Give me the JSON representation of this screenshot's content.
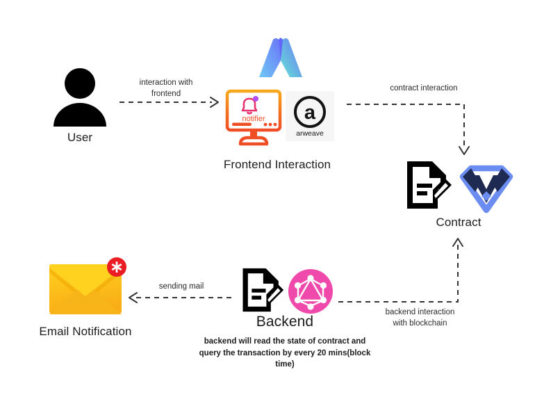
{
  "diagram": {
    "title": "Arweave notifier architecture flow",
    "background": "#ffffff",
    "nodes": [
      {
        "id": "user",
        "label": "User",
        "icon": "user-avatar-icon",
        "color": "#000000"
      },
      {
        "id": "frontend",
        "label": "Frontend Interaction",
        "icons": [
          "arweave-a-gradient-icon",
          "notifier-monitor-icon",
          "arweave-circle-logo-icon"
        ],
        "notifier_text": "notifier",
        "arweave_text": "arweave",
        "colors": {
          "monitor_top": "#f5a623",
          "monitor_bottom": "#f04e23",
          "bell": "#e8336e",
          "badge": "#b44df0",
          "gradient_start": "#65c7f7",
          "gradient_mid": "#5d6bf8",
          "gradient_end": "#5ae0d0"
        }
      },
      {
        "id": "contract",
        "label": "Contract",
        "icons": [
          "contract-document-edit-icon",
          "warp-w-logo-icon"
        ],
        "colors": {
          "document": "#000000",
          "warp_light": "#6b8cf0",
          "warp_dark": "#1e2a52"
        }
      },
      {
        "id": "backend",
        "label": "Backend",
        "sublabel": "backend will read the state of\ncontract and query the transaction\nby every 20 mins(block time)",
        "icons": [
          "contract-document-edit-icon",
          "graphql-logo-icon"
        ],
        "colors": {
          "document": "#000000",
          "graphql": "#ef4aab"
        }
      },
      {
        "id": "email",
        "label": "Email Notification",
        "icon": "email-envelope-icon",
        "colors": {
          "envelope_light": "#ffd21f",
          "envelope_dark": "#f5a623",
          "badge": "#ea1c24"
        }
      }
    ],
    "edges": [
      {
        "id": "user-to-frontend",
        "label": "interaction with\nfrontend",
        "from": "user",
        "to": "frontend",
        "style": "dashed",
        "color": "#333333"
      },
      {
        "id": "frontend-to-contract",
        "label": "contract interaction",
        "from": "frontend",
        "to": "contract",
        "style": "dashed",
        "color": "#333333"
      },
      {
        "id": "backend-to-contract",
        "label": "backend interaction\nwith blockchain",
        "from": "backend",
        "to": "contract",
        "style": "dashed",
        "color": "#333333"
      },
      {
        "id": "backend-to-email",
        "label": "sending mail",
        "from": "backend",
        "to": "email",
        "style": "dashed",
        "color": "#333333"
      }
    ]
  }
}
